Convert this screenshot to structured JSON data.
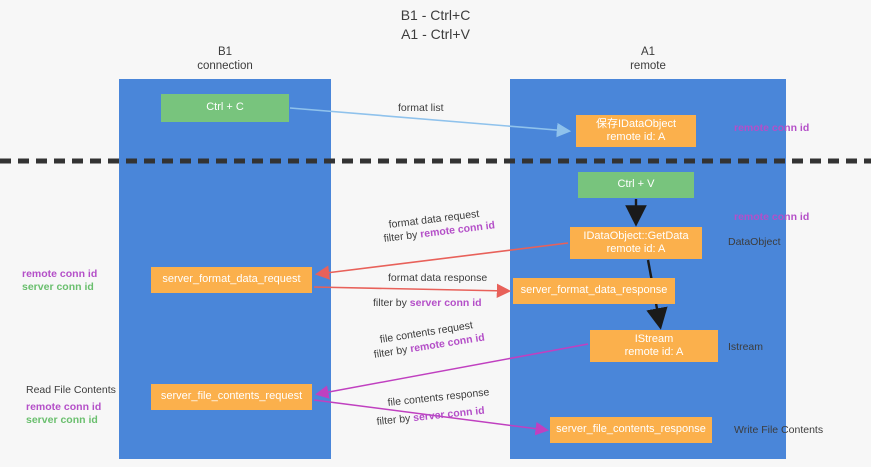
{
  "title": {
    "line1": "B1 - Ctrl+C",
    "line2": "A1 - Ctrl+V"
  },
  "columns": [
    {
      "name": "B1",
      "sub": "connection"
    },
    {
      "name": "A1",
      "sub": "remote"
    }
  ],
  "nodes": {
    "ctrl_c": "Ctrl + C",
    "idataobject_line1": "保存IDataObject",
    "idataobject_line2": "remote id: A",
    "ctrl_v": "Ctrl + V",
    "getdata_line1": "IDataObject::GetData",
    "getdata_line2": "remote id: A",
    "server_format_data_request": "server_format_data_request",
    "server_format_data_response": "server_format_data_response",
    "istream_line1": "IStream",
    "istream_line2": "remote id: A",
    "server_file_contents_request": "server_file_contents_request",
    "server_file_contents_response": "server_file_contents_response"
  },
  "edge_labels": {
    "format_list": "format list",
    "format_data_request": "format data request",
    "filter_by": "filter by ",
    "remote_conn_id": "remote conn id",
    "server_conn_id": "server conn id",
    "format_data_response": "format data response",
    "file_contents_request": "file contents request",
    "file_contents_response": "file contents response"
  },
  "side_notes": {
    "remote_conn_id": "remote conn id",
    "server_conn_id": "server conn id",
    "data_object": "DataObject",
    "istream": "Istream",
    "read_file_contents": "Read File Contents",
    "write_file_contents": "Write File Contents"
  },
  "colors": {
    "lane": "#4a86d9",
    "green_node": "#78c47d",
    "orange_node": "#fbb04c",
    "purple_text": "#b44fc8",
    "green_text": "#6abf6e",
    "red_arrow": "#e8615a",
    "magenta_arrow": "#c040c0",
    "blue_arrow": "#8fc2ec",
    "divider": "#333333"
  }
}
